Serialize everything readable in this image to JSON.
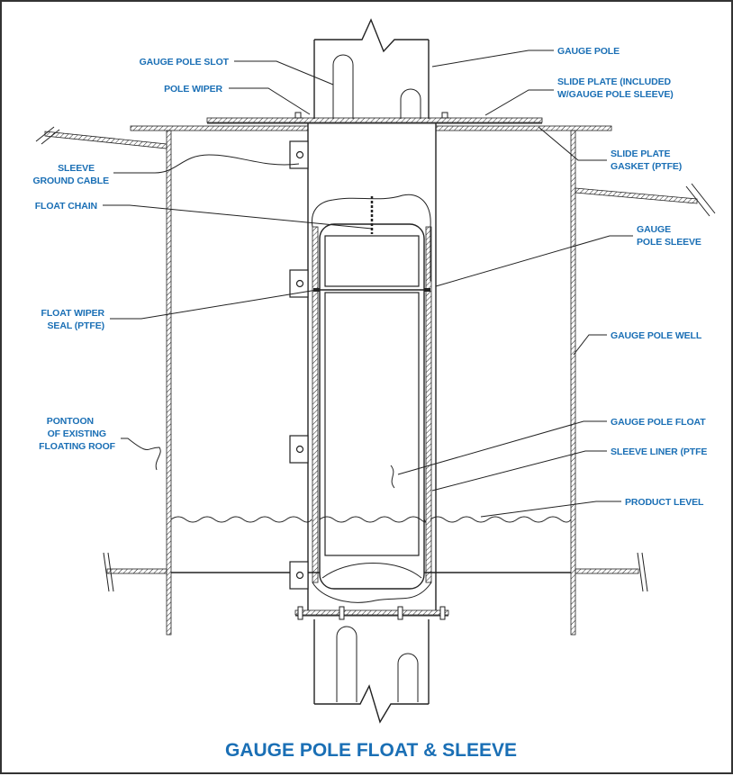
{
  "diagram": {
    "title": "GAUGE POLE FLOAT & SLEEVE",
    "label_color": "#1a6fb5",
    "line_color": "#222222",
    "labels": {
      "gauge_pole_slot": "GAUGE POLE SLOT",
      "pole_wiper": "POLE WIPER",
      "sleeve_ground_cable_1": "SLEEVE",
      "sleeve_ground_cable_2": "GROUND CABLE",
      "float_chain": "FLOAT CHAIN",
      "float_wiper_seal_1": "FLOAT WIPER",
      "float_wiper_seal_2": "SEAL (PTFE)",
      "pontoon_1": "PONTOON",
      "pontoon_2": "OF EXISTING",
      "pontoon_3": "FLOATING ROOF",
      "gauge_pole": "GAUGE POLE",
      "slide_plate_1": "SLIDE PLATE (INCLUDED",
      "slide_plate_2": "W/GAUGE POLE SLEEVE)",
      "slide_plate_gasket_1": "SLIDE PLATE",
      "slide_plate_gasket_2": "GASKET (PTFE)",
      "gauge_pole_sleeve_1": "GAUGE",
      "gauge_pole_sleeve_2": "POLE SLEEVE",
      "gauge_pole_well": "GAUGE POLE WELL",
      "gauge_pole_float": "GAUGE POLE FLOAT",
      "sleeve_liner": "SLEEVE LINER (PTFE",
      "product_level": "PRODUCT LEVEL"
    }
  }
}
